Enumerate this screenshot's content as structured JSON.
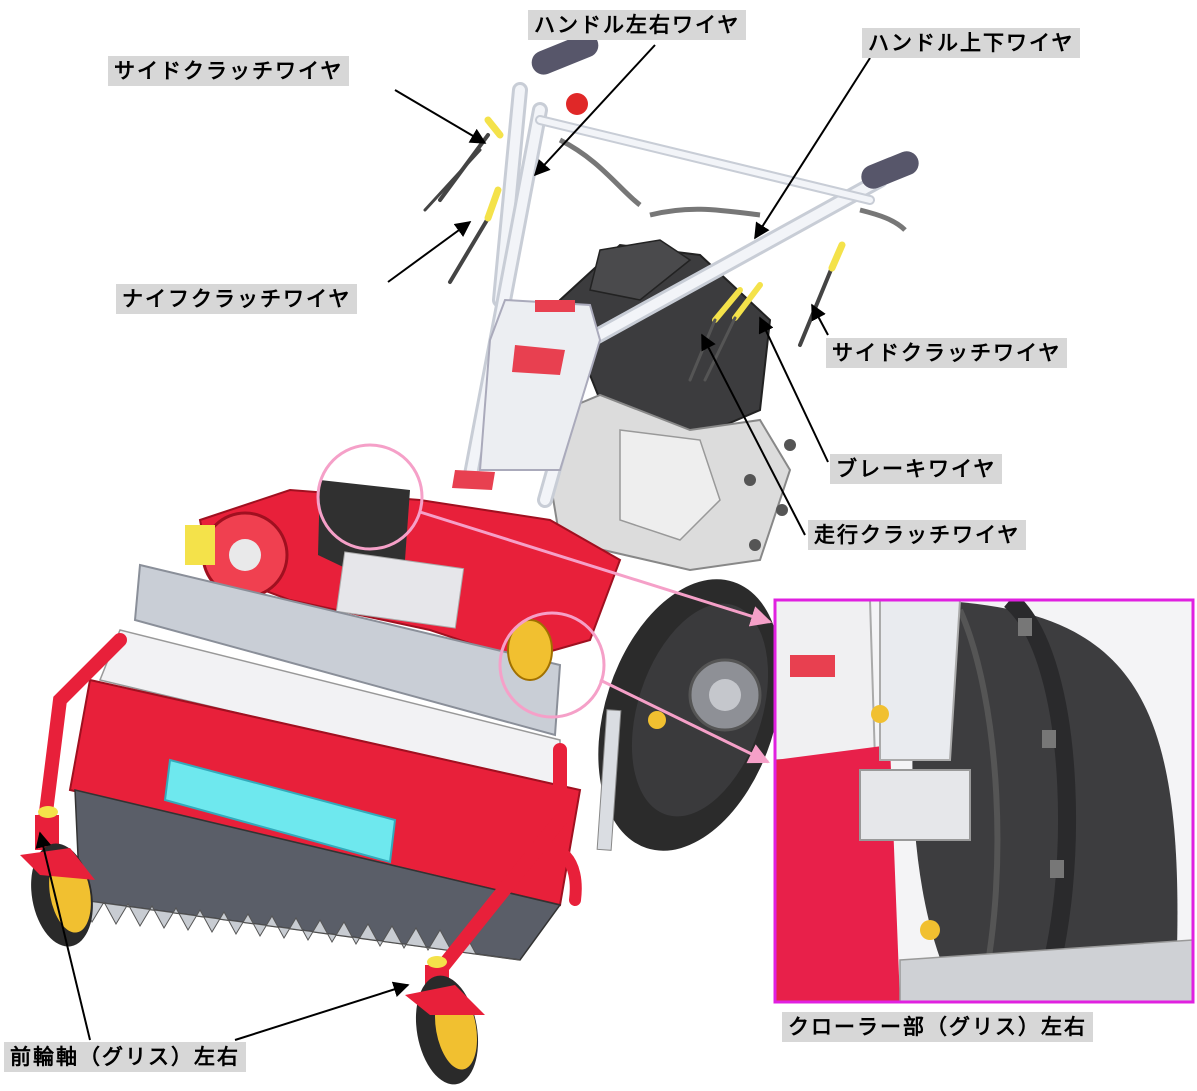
{
  "labels": {
    "side_clutch_wire_left": "サイドクラッチワイヤ",
    "handle_lr_wire": "ハンドル左右ワイヤ",
    "handle_ud_wire": "ハンドル上下ワイヤ",
    "knife_clutch_wire": "ナイフクラッチワイヤ",
    "side_clutch_wire_right": "サイドクラッチワイヤ",
    "brake_wire": "ブレーキワイヤ",
    "travel_clutch_wire": "走行クラッチワイヤ",
    "crawler_grease": "クローラー部（グリス）左右",
    "front_axle_grease": "前輪軸（グリス）左右"
  },
  "colors": {
    "body_red": "#e8203a",
    "frame_white": "#eef0f4",
    "engine_dark": "#3c3c3e",
    "cable_yellow": "#f4e24a",
    "highlight_pink": "#f5a0c8",
    "inset_border": "#e020e0",
    "label_bg": "#d7d7d7",
    "accent_cyan": "#6ee8ee"
  }
}
